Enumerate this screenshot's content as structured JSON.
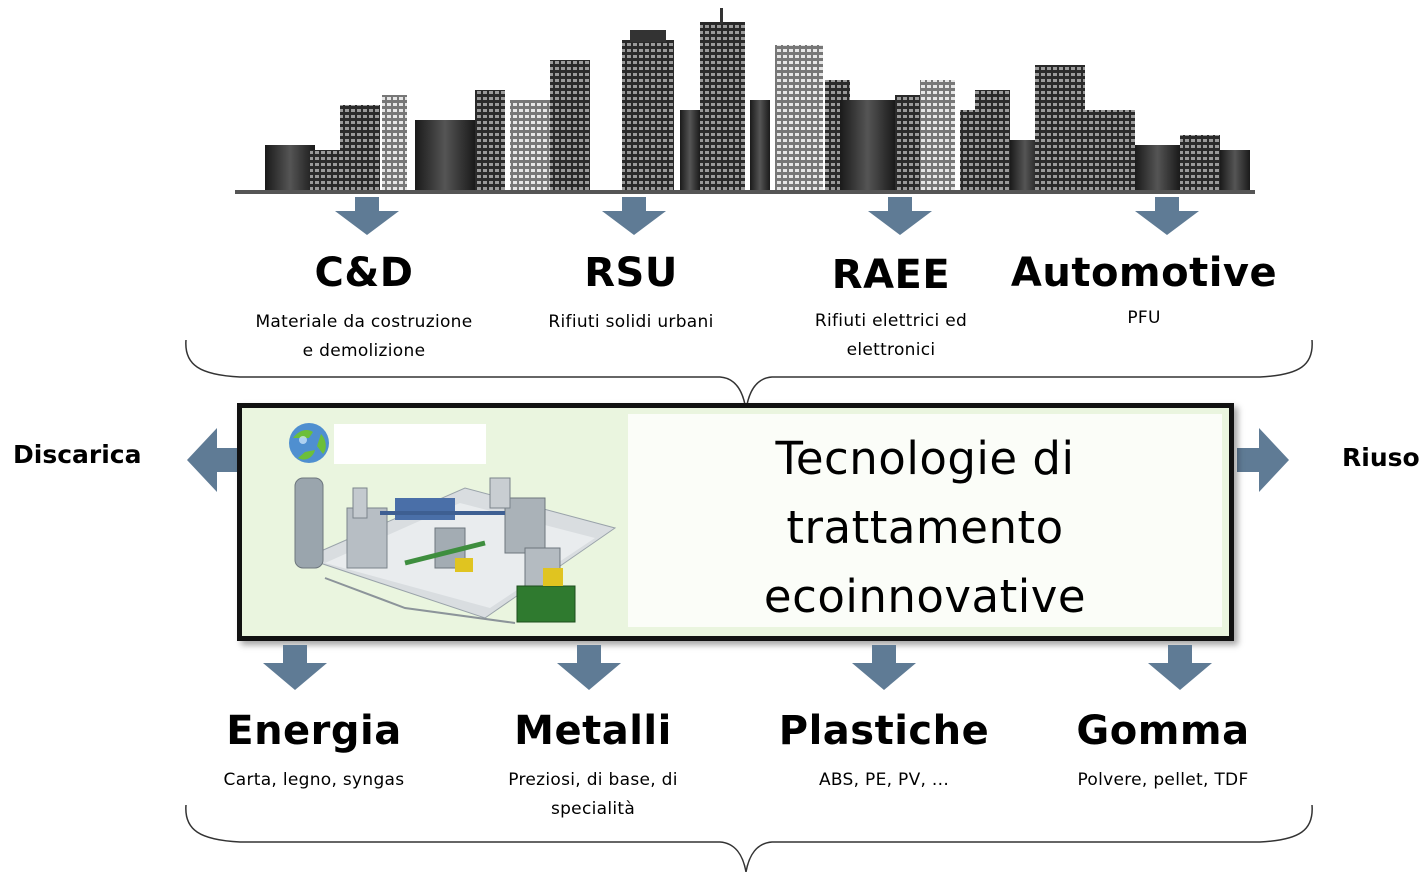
{
  "sources": [
    {
      "title": "C&D",
      "subtitle": [
        "Materiale da costruzione",
        "e demolizione"
      ]
    },
    {
      "title": "RSU",
      "subtitle": [
        "Rifiuti solidi urbani"
      ]
    },
    {
      "title": "RAEE",
      "subtitle": [
        "Rifiuti elettrici  ed",
        "elettronici"
      ]
    },
    {
      "title": "Automotive",
      "subtitle": [
        "PFU"
      ]
    }
  ],
  "center": {
    "title_lines": [
      "Tecnologie di",
      "trattamento",
      "ecoinnovative"
    ]
  },
  "left_label": "Discarica",
  "right_label": "Riuso",
  "outputs": [
    {
      "title": "Energia",
      "subtitle": [
        "Carta, legno, syngas"
      ]
    },
    {
      "title": "Metalli",
      "subtitle": [
        "Preziosi, di base, di",
        "specialità"
      ]
    },
    {
      "title": "Plastiche",
      "subtitle": [
        "ABS, PE, PV, ..."
      ]
    },
    {
      "title": "Gomma",
      "subtitle": [
        "Polvere, pellet, TDF"
      ]
    }
  ],
  "colors": {
    "arrow": "#5f7b95",
    "box_bg": "#eaf5df",
    "building_dark": "#2b2b2b"
  }
}
